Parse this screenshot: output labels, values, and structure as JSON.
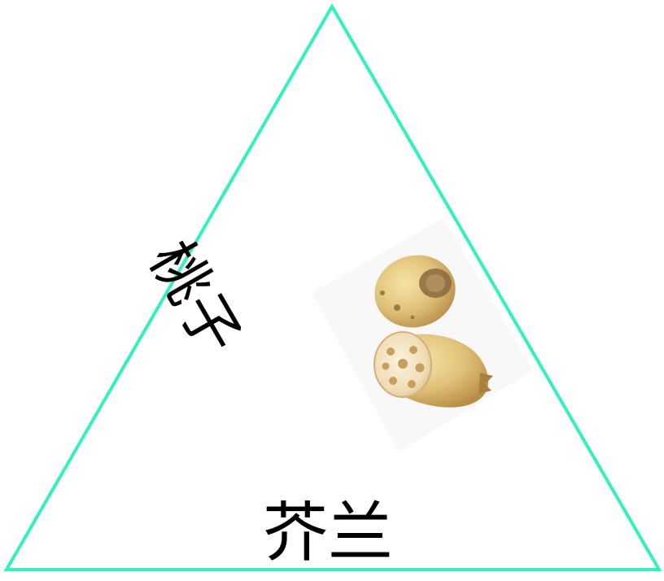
{
  "diagram": {
    "triangle_color": "#33f0c0",
    "labels": {
      "left_edge": "桃子",
      "bottom_edge": "芥兰"
    },
    "image": {
      "subject": "lotus root",
      "icon": "lotus-root-photo"
    }
  }
}
